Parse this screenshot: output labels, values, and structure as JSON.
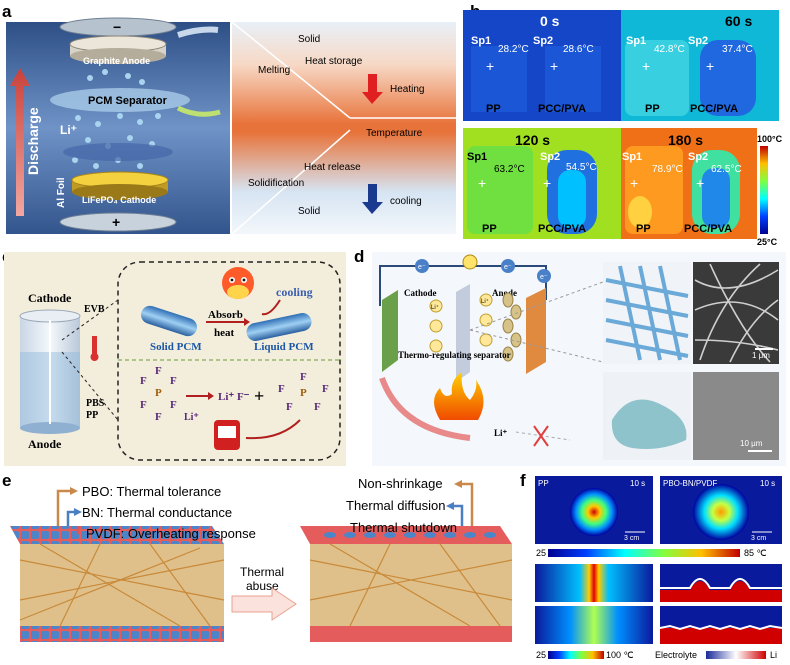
{
  "panel_letters": {
    "a": "a",
    "b": "b",
    "c": "c",
    "d": "d",
    "e": "e",
    "f": "f"
  },
  "panel_a": {
    "discharge": "Discharge",
    "graphite_anode": "Graphite Anode",
    "pcm_separator": "PCM Separator",
    "li_ion": "Li⁺",
    "al_foil": "Al Foil",
    "cathode": "LiFePO₄ Cathode",
    "minus": "−",
    "plus": "+",
    "solid_top": "Solid",
    "melting": "Melting",
    "heat_storage": "Heat storage",
    "heating": "Heating",
    "temperature": "Temperature",
    "solidification": "Solidification",
    "heat_release": "Heat release",
    "cooling": "cooling",
    "solid_bottom": "Solid"
  },
  "panel_b": {
    "frames": [
      {
        "time": "0 s",
        "sp1": "Sp1",
        "t1": "28.2°C",
        "sp2": "Sp2",
        "t2": "28.6°C",
        "left": "PP",
        "right": "PCC/PVA"
      },
      {
        "time": "60 s",
        "sp1": "Sp1",
        "t1": "42.8°C",
        "sp2": "Sp2",
        "t2": "37.4°C",
        "left": "PP",
        "right": "PCC/PVA"
      },
      {
        "time": "120 s",
        "sp1": "Sp1",
        "t1": "63.2°C",
        "sp2": "Sp2",
        "t2": "54.5°C",
        "left": "PP",
        "right": "PCC/PVA"
      },
      {
        "time": "180 s",
        "sp1": "Sp1",
        "t1": "78.9°C",
        "sp2": "Sp2",
        "t2": "62.5°C",
        "left": "PP",
        "right": "PCC/PVA"
      }
    ],
    "scale_max": "100°C",
    "scale_min": "25°C"
  },
  "panel_c": {
    "cathode": "Cathode",
    "anode": "Anode",
    "evb": "EVB",
    "pbs": "PBS",
    "pp": "PP",
    "cooling": "cooling",
    "absorb": "Absorb",
    "heat": "heat",
    "solid_pcm": "Solid PCM",
    "liquid_pcm": "Liquid PCM",
    "li_plus": "Li⁺",
    "li_f": "Li⁺ F⁻",
    "f": "F",
    "p": "P",
    "plus": "+"
  },
  "panel_d": {
    "cathode": "Cathode",
    "anode": "Anode",
    "separator": "Thermo-regulating separator",
    "li": "Li⁺",
    "e": "e⁻",
    "scale1": "1 μm",
    "scale2": "10 μm"
  },
  "panel_e": {
    "pbo": "PBO: Thermal tolerance",
    "bn": "BN: Thermal conductance",
    "pvdf": "PVDF: Overheating response",
    "thermal_abuse": "Thermal abuse",
    "non_shrinkage": "Non-shrinkage",
    "thermal_diffusion": "Thermal diffusion",
    "thermal_shutdown": "Thermal shutdown"
  },
  "panel_f": {
    "pp": "PP",
    "pbo": "PBO-BN/PVDF",
    "time1": "10 s",
    "time2": "10 s",
    "scale1": "3 cm",
    "scale2": "3 cm",
    "bar1_min": "25",
    "bar1_max": "85 ℃",
    "bar2_min": "25",
    "bar2_max": "100 ℃",
    "electrolyte": "Electrolyte",
    "li": "Li"
  },
  "colors": {
    "heat_red": "#d7191c",
    "cool_blue": "#1a3a8f",
    "pbo": "#c8894a",
    "bn": "#4a7fc1",
    "pvdf": "#e05555"
  }
}
